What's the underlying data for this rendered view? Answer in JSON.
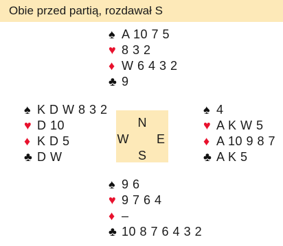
{
  "header": {
    "title": "Obie przed partią, rozdawał S"
  },
  "suits": {
    "spades": "♠",
    "hearts": "♥",
    "diamonds": "♦",
    "clubs": "♣"
  },
  "compass": {
    "north": "N",
    "south": "S",
    "west": "W",
    "east": "E"
  },
  "hands": {
    "north": {
      "spades": "A 10 7 5",
      "hearts": "8 3 2",
      "diamonds": "W 6 4 3 2",
      "clubs": "9"
    },
    "west": {
      "spades": "K D W 8 3 2",
      "hearts": "D 10",
      "diamonds": "K D 5",
      "clubs": "D W"
    },
    "east": {
      "spades": "4",
      "hearts": "A K W 5",
      "diamonds": "A 10 9 8 7",
      "clubs": "A K 5"
    },
    "south": {
      "spades": "9 6",
      "hearts": "9 7 6 4",
      "diamonds": "–",
      "clubs": "10 8 7 6 4 3 2"
    }
  },
  "colors": {
    "header_bg": "#fde9b8",
    "red_suit": "#e8112d",
    "black_suit": "#111111"
  }
}
